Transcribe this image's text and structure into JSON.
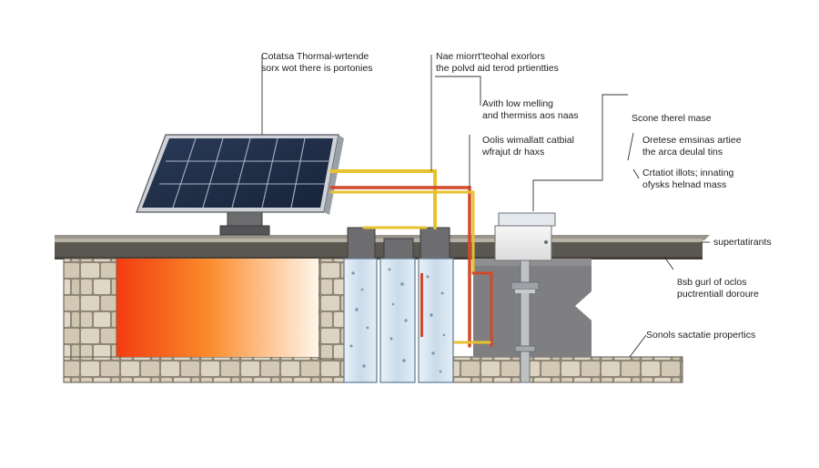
{
  "colors": {
    "background": "#ffffff",
    "hot_zone_start": "#f23c12",
    "hot_zone_mid": "#fb8a2a",
    "hot_zone_end": "#fff6ea",
    "pipe_yellow": "#e7c22f",
    "pipe_red": "#d2492a",
    "stone": "#d9cfbd",
    "slab": "#5b5852",
    "water": "#cfe0ee"
  },
  "labels": {
    "top_left": {
      "line1": "Cotatsa Thormal-wrtende",
      "line2": "sorx wot there is portonies"
    },
    "top_center": {
      "line1": "Nae miorrt'teohal exorlors",
      "line2": "the polvd aid terod prtientties"
    },
    "mid_center_1": {
      "line1": "Avith low melling",
      "line2": "and thermiss aos naas"
    },
    "mid_center_2": {
      "line1": "Oolis wimallatt catbial",
      "line2": "wfrajut dr haxs"
    },
    "right_1": {
      "line1": "Scone therel mase"
    },
    "right_2": {
      "line1": "Oretese emsinas artiee",
      "line2": "the arca deulal tins"
    },
    "right_3": {
      "line1": "Crtatiot illots; innating",
      "line2": "ofysks helnad mass"
    },
    "right_4": {
      "line1": "supertatirants"
    },
    "right_5": {
      "line1": "8sb gurl of oclos",
      "line2": "puctrentiall doroure"
    },
    "right_6": {
      "line1": "Sonols sactatie propertics"
    }
  }
}
